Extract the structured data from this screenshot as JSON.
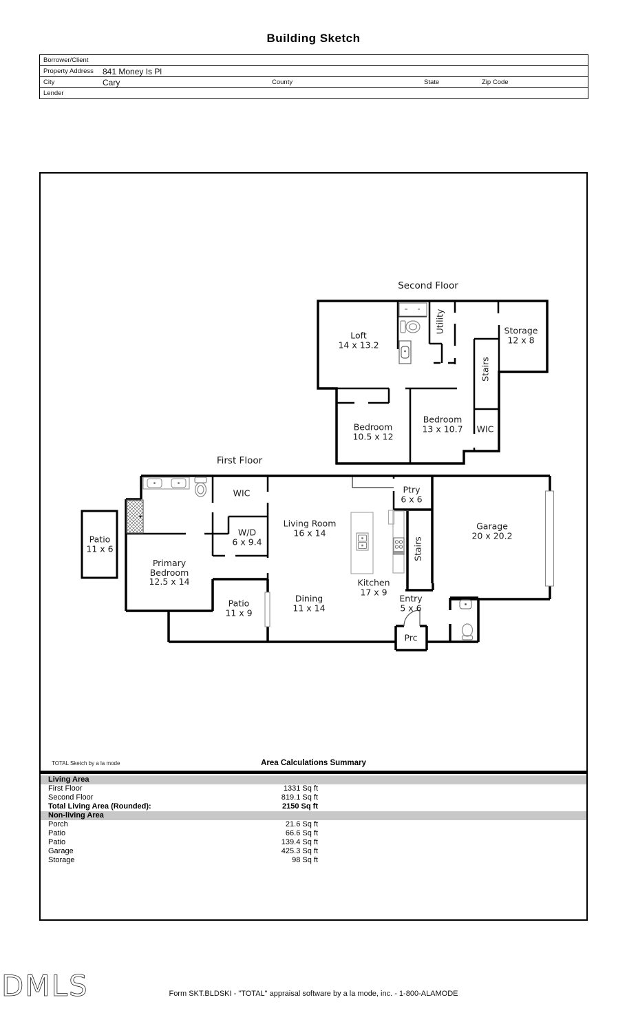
{
  "title": "Building Sketch",
  "form": {
    "borrower_label": "Borrower/Client",
    "address_label": "Property Address",
    "address_value": "841 Money Is Pl",
    "city_label": "City",
    "city_value": "Cary",
    "county_label": "County",
    "state_label": "State",
    "zip_label": "Zip Code",
    "lender_label": "Lender"
  },
  "sketch": {
    "second_floor": {
      "title": "Second Floor",
      "rooms": [
        {
          "name": "Loft",
          "dims": "14 x 13.2"
        },
        {
          "name": "Utility",
          "dims": ""
        },
        {
          "name": "Storage",
          "dims": "12 x 8"
        },
        {
          "name": "Stairs",
          "dims": ""
        },
        {
          "name": "Bedroom",
          "dims": "10.5 x 12"
        },
        {
          "name": "Bedroom",
          "dims": "13 x 10.7"
        },
        {
          "name": "WIC",
          "dims": ""
        }
      ]
    },
    "first_floor": {
      "title": "First Floor",
      "rooms": [
        {
          "name": "WIC",
          "dims": ""
        },
        {
          "name": "W/D",
          "dims": "6 x 9.4"
        },
        {
          "name": "Living Room",
          "dims": "16 x 14"
        },
        {
          "name": "Ptry",
          "dims": "6 x 6"
        },
        {
          "name": "Garage",
          "dims": "20 x 20.2"
        },
        {
          "name": "Patio",
          "dims": "11 x 6"
        },
        {
          "name": "Primary Bedroom",
          "dims": "12.5 x 14"
        },
        {
          "name": "Patio",
          "dims": "11 x 9"
        },
        {
          "name": "Dining",
          "dims": "11 x 14"
        },
        {
          "name": "Kitchen",
          "dims": "17 x 9"
        },
        {
          "name": "Stairs",
          "dims": ""
        },
        {
          "name": "Entry",
          "dims": "5 x 6"
        },
        {
          "name": "Prc",
          "dims": ""
        }
      ]
    }
  },
  "summary": {
    "branding": "TOTAL Sketch by a la mode",
    "title": "Area Calculations Summary",
    "living_header": "Living Area",
    "living_rows": [
      {
        "label": "First Floor",
        "value": "1331 Sq ft"
      },
      {
        "label": "Second Floor",
        "value": "819.1 Sq ft"
      }
    ],
    "total_label": "Total Living Area (Rounded):",
    "total_value": "2150 Sq ft",
    "nonliving_header": "Non-living Area",
    "nonliving_rows": [
      {
        "label": "Porch",
        "value": "21.6 Sq ft"
      },
      {
        "label": "Patio",
        "value": "66.6 Sq ft"
      },
      {
        "label": "Patio",
        "value": "139.4 Sq ft"
      },
      {
        "label": "Garage",
        "value": "425.3 Sq ft"
      },
      {
        "label": "Storage",
        "value": "98 Sq ft"
      }
    ]
  },
  "footer": {
    "logo": "DMLS",
    "text": "Form SKT.BLDSKI - \"TOTAL\" appraisal software by a la mode, inc. - 1-800-ALAMODE"
  }
}
